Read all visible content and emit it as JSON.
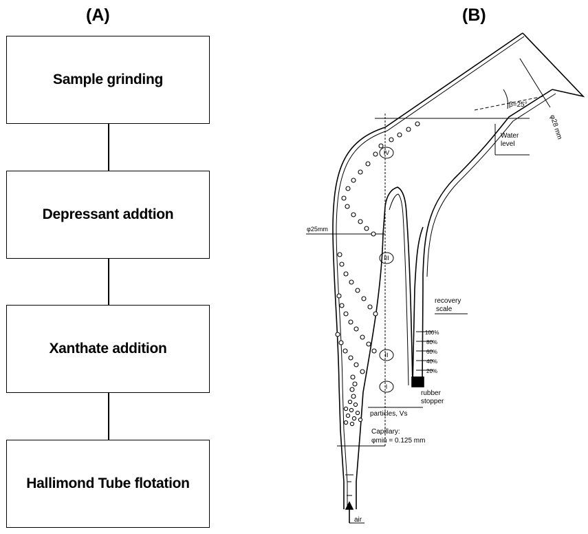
{
  "panel_a": {
    "label": "(A)",
    "steps": [
      "Sample grinding",
      "Depressant addtion",
      "Xanthate addition",
      "Hallimond Tube flotation"
    ]
  },
  "panel_b": {
    "label": "(B)",
    "annotations": {
      "angle": "β=25°",
      "outlet_diameter": "φ28 mm",
      "water_level_1": "Water",
      "water_level_2": "level",
      "tube_diameter": "φ25mm",
      "recovery_1": "recovery",
      "recovery_2": "scale",
      "scale_100": "100%",
      "scale_80": "80%",
      "scale_60": "60%",
      "scale_40": "40%",
      "scale_20": "20%",
      "rubber_1": "rubber",
      "rubber_2": "stopper",
      "particles": "particles, Vs",
      "capillary_1": "Capillary:",
      "capillary_2": "φmin = 0.125 mm",
      "air": "air"
    },
    "zones": [
      "IV",
      "III",
      "II",
      "I"
    ]
  }
}
